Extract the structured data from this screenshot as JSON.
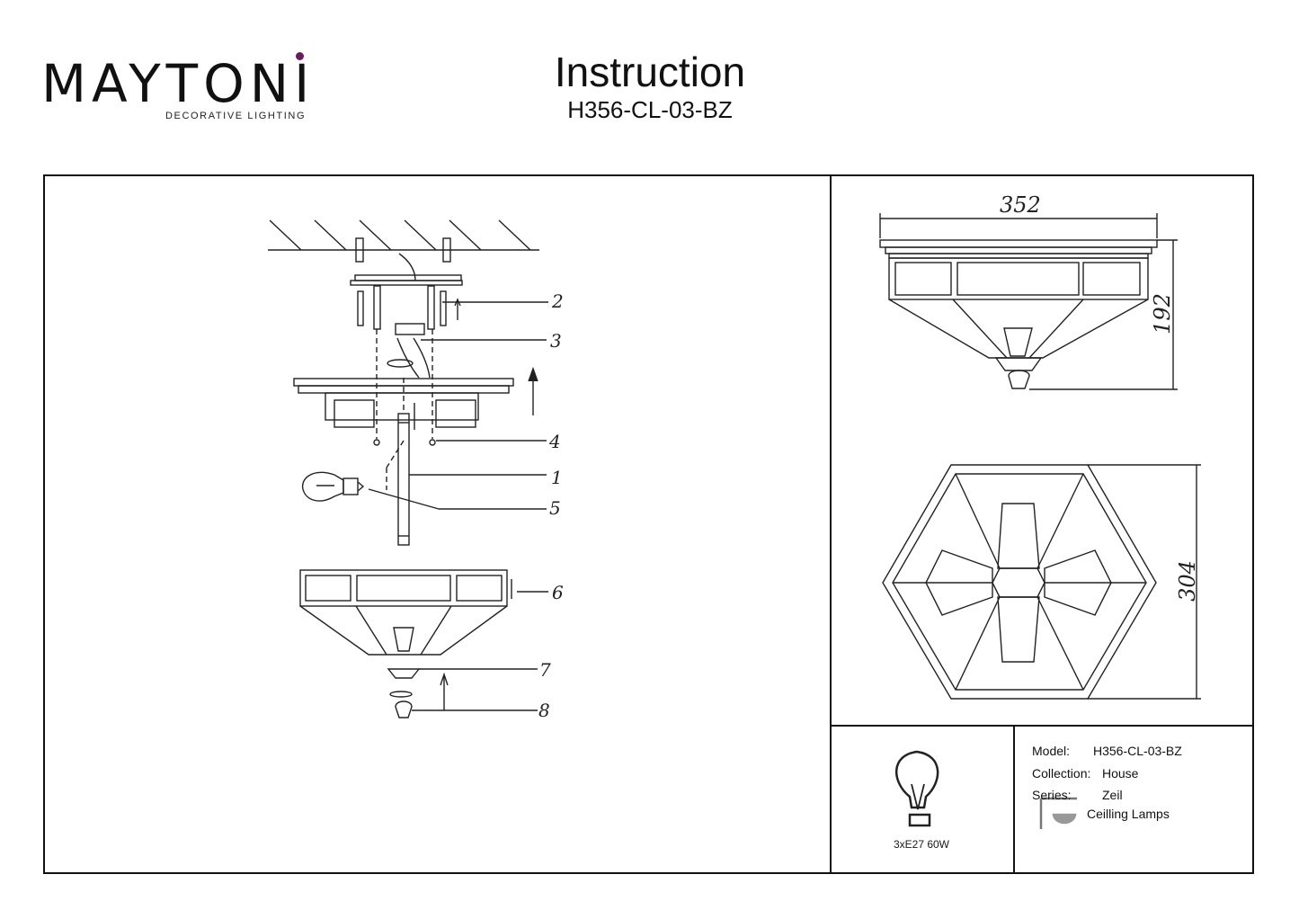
{
  "brand": {
    "name": "MAYTONI",
    "tagline": "DECORATIVE LIGHTING",
    "accent_color": "#6a1b5e"
  },
  "header": {
    "title": "Instruction",
    "model_code": "H356-CL-03-BZ"
  },
  "assembly": {
    "callouts": [
      "2",
      "3",
      "4",
      "1",
      "5",
      "6",
      "7",
      "8"
    ]
  },
  "dimensions": {
    "width": "352",
    "height": "192",
    "diameter": "304"
  },
  "specs": {
    "bulb_icon": "bulb-icon",
    "power": "3xE27 60W",
    "model_label": "Model:",
    "model_value": "H356-CL-03-BZ",
    "collection_label": "Collection:",
    "collection_value": "House",
    "series_label": "Series:",
    "series_value": "Zeil",
    "category_icon": "ceiling-lamp-icon",
    "category": "Ceilling Lamps"
  }
}
